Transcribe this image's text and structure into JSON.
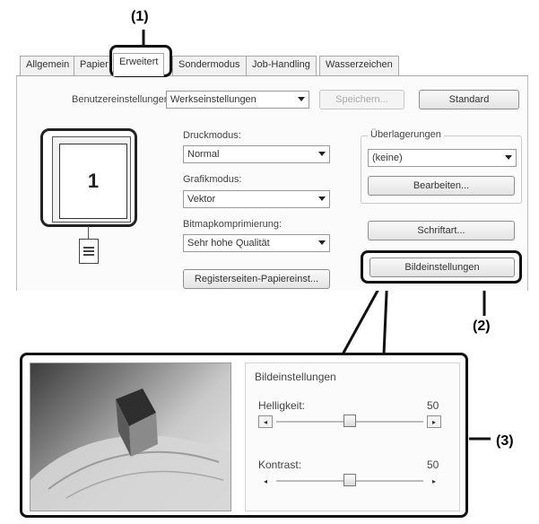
{
  "callouts": {
    "c1": "(1)",
    "c2": "(2)",
    "c3": "(3)"
  },
  "tabs": [
    "Allgemein",
    "Papier",
    "Erweitert",
    "Sondermodus",
    "Job-Handling",
    "Wasserzeichen"
  ],
  "active_tab": "Erweitert",
  "user_settings": {
    "label": "Benutzereinstellungen:",
    "value": "Werkseinstellungen",
    "save_label": "Speichern...",
    "standard_label": "Standard"
  },
  "preview": {
    "page_number": "1"
  },
  "print_mode": {
    "label": "Druckmodus:",
    "value": "Normal"
  },
  "graphics_mode": {
    "label": "Grafikmodus:",
    "value": "Vektor"
  },
  "bitmap_compression": {
    "label": "Bitmapkomprimierung:",
    "value": "Sehr hohe Qualität"
  },
  "tab_paper_button": "Registerseiten-Papiereinst...",
  "overlays": {
    "title": "Überlagerungen",
    "value": "(keine)",
    "edit_label": "Bearbeiten..."
  },
  "font_button": "Schriftart...",
  "image_settings_button": "Bildeinstellungen",
  "image_settings_panel": {
    "title": "Bildeinstellungen",
    "brightness": {
      "label": "Helligkeit:",
      "value": "50"
    },
    "contrast": {
      "label": "Kontrast:",
      "value": "50"
    }
  },
  "slider_levels": {
    "brightness": 50,
    "contrast": 50
  }
}
